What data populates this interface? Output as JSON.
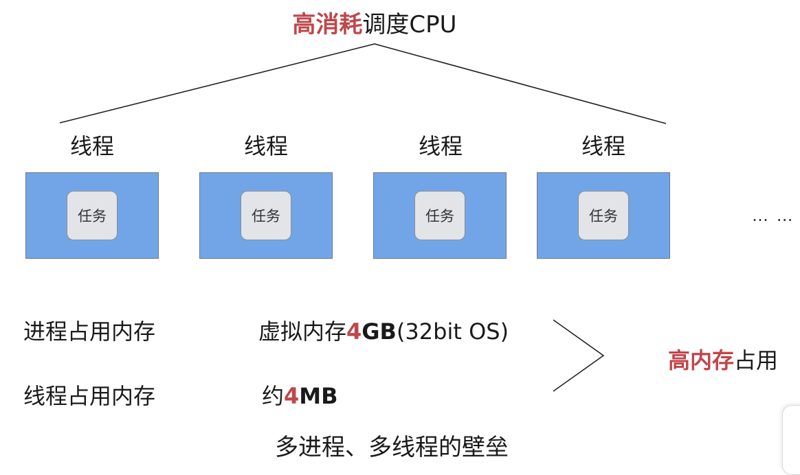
{
  "title": {
    "accent": "高消耗",
    "rest": "调度CPU"
  },
  "threads": [
    {
      "label": "线程",
      "task": "任务"
    },
    {
      "label": "线程",
      "task": "任务"
    },
    {
      "label": "线程",
      "task": "任务"
    },
    {
      "label": "线程",
      "task": "任务"
    }
  ],
  "ellipsis": "… …",
  "rows": [
    {
      "label": "进程占用内存",
      "prefix": "虚拟内存",
      "num": "4",
      "unit": "GB",
      "suffix": "(32bit OS)"
    },
    {
      "label": "线程占用内存",
      "prefix": "约",
      "num": "4",
      "unit": "MB",
      "suffix": ""
    }
  ],
  "result": {
    "accent": "高内存",
    "rest": "占用"
  },
  "footer": "多进程、多线程的壁垒",
  "colors": {
    "accent": "#c0464a",
    "thread_fill": "#72a5e8",
    "task_fill": "#e3e4e8"
  }
}
